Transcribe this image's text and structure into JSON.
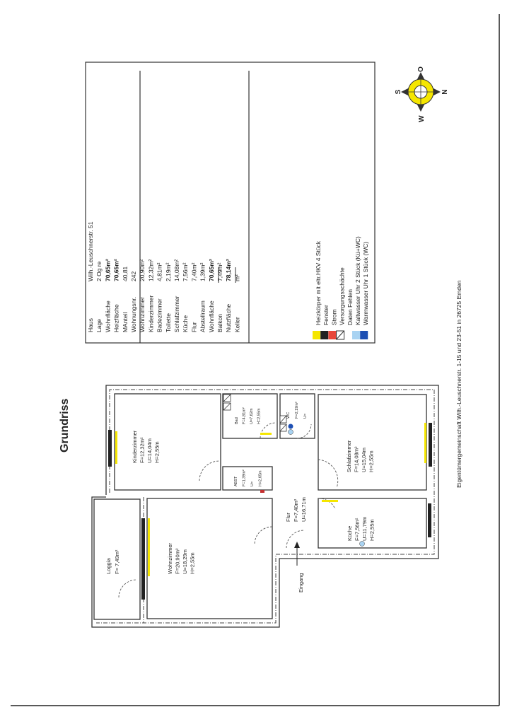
{
  "title": "Grundriss",
  "table": {
    "rows": [
      {
        "label": "Haus",
        "value": "Wilh.-Leuschnerstr. 51",
        "bold": false
      },
      {
        "label": "Lage",
        "value": "2 Og re",
        "bold": false
      },
      {
        "label": "Wohnfläche",
        "value": "70,65m²",
        "bold": true
      },
      {
        "label": "Heizfläche",
        "value": "70,65m²",
        "bold": true
      },
      {
        "label": "MAnteil",
        "value": "40,81",
        "bold": false
      },
      {
        "label": "Wohnungsnr.",
        "value": "242",
        "bold": false
      },
      {
        "label": "Wohnzimmer",
        "value": "20,90m²",
        "bold": false
      },
      {
        "label": "Kinderzimmer",
        "value": "12,32m²",
        "bold": false
      },
      {
        "label": "Badezimmer",
        "value": "4,81m²",
        "bold": false
      },
      {
        "label": "Toilette",
        "value": "2,19m²",
        "bold": false
      },
      {
        "label": "Schlafzimmer",
        "value": "14,08m²",
        "bold": false
      },
      {
        "label": "Küche",
        "value": "7,56m²",
        "bold": false
      },
      {
        "label": "Flur",
        "value": "7,40m²",
        "bold": false
      },
      {
        "label": "Abstellraum",
        "value": "1,39m²",
        "bold": false
      },
      {
        "label": "Wohnfläche",
        "value": "70,65m²",
        "bold": true
      },
      {
        "label": "Balkon",
        "value": "7,49m²",
        "bold": false
      },
      {
        "label": "Nutzfläche",
        "value": "78,14m²",
        "bold": true
      },
      {
        "label": "Keller",
        "value": "m²",
        "bold": false
      }
    ]
  },
  "legend": [
    {
      "label": "Heizkörper mit eltr.HKV 4 Stück",
      "color": "#f5e600"
    },
    {
      "label": "Fenster",
      "color": "#222222"
    },
    {
      "label": "Strom",
      "color": "#e8473a"
    },
    {
      "label": "Versorgungsschächte",
      "color": "hatch"
    },
    {
      "label": "Daten Fehlen",
      "color": "none"
    },
    {
      "label": "Kaltwasser Uhr 2 Stück (Kü+WC)",
      "color": "#a9d3f2"
    },
    {
      "label": "Warmwasser Uhr 1 Stück (WC)",
      "color": "#1e50b4"
    }
  ],
  "compass": {
    "top": "O",
    "right": "N",
    "left": "S",
    "bottom": "W",
    "ring_color": "#f5e600"
  },
  "rooms": {
    "kinderzimmer": [
      "Kinderzimmer",
      "F=12,32m²",
      "U=14,04m",
      "H=2,55m"
    ],
    "bad": [
      "Bad",
      "F=4,81m²",
      "U=7,62m",
      "H=2,55m"
    ],
    "wc": [
      "WC",
      "F=2,19m²",
      "U="
    ],
    "abst": [
      "ABST",
      "F=1,39m²",
      "U=",
      "H=2,65m"
    ],
    "schlafzimmer": [
      "Schlafzimmer",
      "F=14,08m²",
      "U=15,04m",
      "H=2,55m"
    ],
    "flur": [
      "Flur",
      "F=7,40m²",
      "U=16,71m"
    ],
    "kueche": [
      "Küche",
      "F=7,56m²",
      "U=11,79m",
      "H=2,55m"
    ],
    "wohnzimmer": [
      "Wohnzimmer",
      "F=20,90m²",
      "U=18,29m",
      "H=2,55m"
    ],
    "loggia": [
      "Loggia",
      "F= 7,49m²"
    ],
    "eingang": "Eingang"
  },
  "footer": "Eigentümergemeinschaft Wilh.-Leuschnerstr. 1-15 und 23-51 in 26725 Emden"
}
